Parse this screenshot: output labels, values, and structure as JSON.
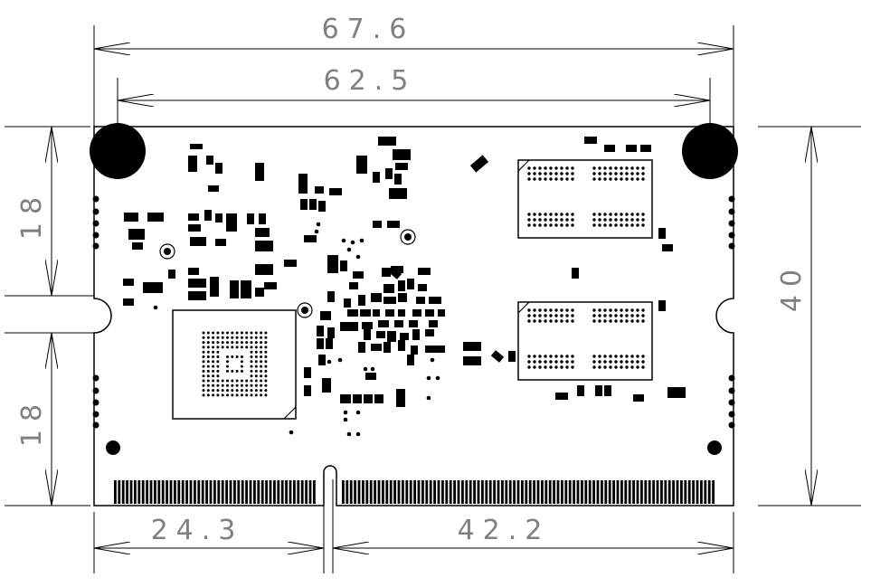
{
  "dimensions": {
    "overall_width": "67.6",
    "hole_spacing": "62.5",
    "height": "40",
    "upper_half": "18",
    "lower_half": "18",
    "left_edge_to_notch": "24.3",
    "notch_to_right_edge": "42.2"
  },
  "colors": {
    "line": "#000000",
    "dim_text": "#808080",
    "background": "#ffffff"
  }
}
